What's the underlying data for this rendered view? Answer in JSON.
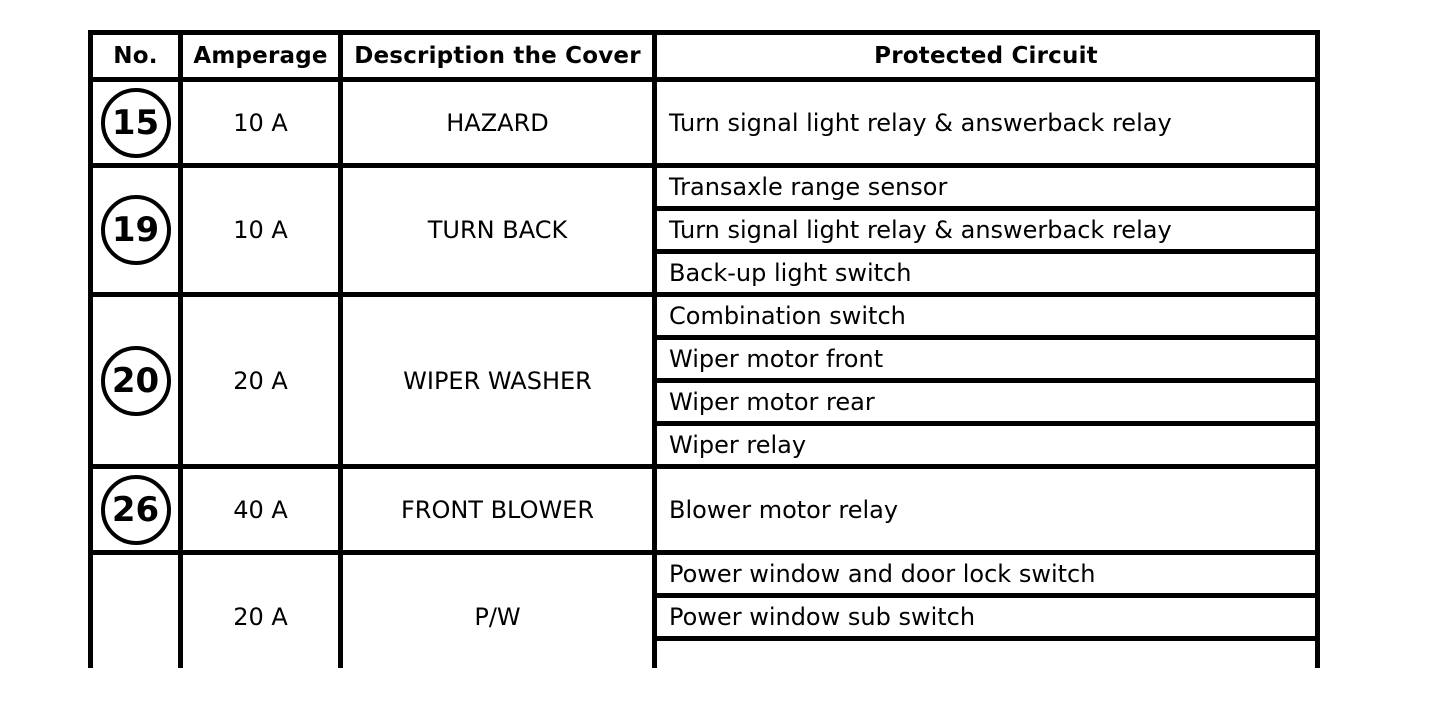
{
  "table": {
    "columns": [
      {
        "label": "No."
      },
      {
        "label": "Amperage"
      },
      {
        "label": "Description the Cover"
      },
      {
        "label": "Protected Circuit"
      }
    ],
    "rows": [
      {
        "no": "15",
        "amperage": "10 A",
        "description": "HAZARD",
        "circuits": [
          "Turn signal light relay & answerback relay"
        ]
      },
      {
        "no": "19",
        "amperage": "10 A",
        "description": "TURN BACK",
        "circuits": [
          "Transaxle range sensor",
          "Turn signal light relay & answerback relay",
          "Back-up light switch"
        ]
      },
      {
        "no": "20",
        "amperage": "20 A",
        "description": "WIPER WASHER",
        "circuits": [
          "Combination switch",
          "Wiper motor front",
          "Wiper motor rear",
          "Wiper relay"
        ]
      },
      {
        "no": "26",
        "amperage": "40 A",
        "description": "FRONT BLOWER",
        "circuits": [
          "Blower motor relay"
        ]
      },
      {
        "no": "",
        "amperage": "20 A",
        "description": "P/W",
        "circuits": [
          "Power window and door lock switch",
          "Power window sub switch",
          ""
        ]
      }
    ]
  },
  "colors": {
    "ink": "#000000",
    "paper": "#ffffff"
  }
}
